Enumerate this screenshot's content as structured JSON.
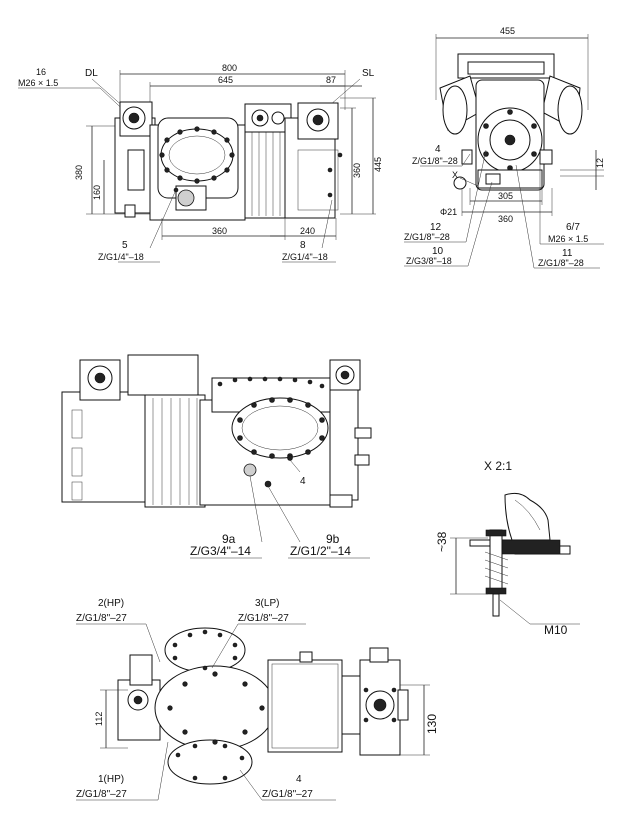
{
  "side_view": {
    "dims": {
      "d800": "800",
      "d645": "645",
      "d87": "87",
      "d16": "16",
      "m26": "M26 × 1.5",
      "d380": "380",
      "d160": "160",
      "d360h": "360",
      "d445": "445",
      "d360b": "360",
      "d240": "240"
    },
    "labels": {
      "dl": "DL",
      "sl": "SL",
      "p5": "5",
      "p5code": "Z/G1/4\"–18",
      "p8": "8",
      "p8code": "Z/G1/4\"–18"
    }
  },
  "end_view": {
    "dims": {
      "d455": "455",
      "d305": "305",
      "d360": "360",
      "d12": "12",
      "phi21": "Φ21",
      "x": "X"
    },
    "labels": {
      "p4": "4",
      "p4code": "Z/G1/8\"–28",
      "p12": "12",
      "p12code": "Z/G1/8\"–28",
      "p10": "10",
      "p10code": "Z/G3/8\"–18",
      "p67": "6/7",
      "p67code": "M26 × 1.5",
      "p11": "11",
      "p11code": "Z/G1/8\"–28"
    }
  },
  "front_view": {
    "labels": {
      "p4": "4",
      "p9a": "9a",
      "p9acode": "Z/G3/4\"–14",
      "p9b": "9b",
      "p9bcode": "Z/G1/2\"–14"
    }
  },
  "detail": {
    "title": "X 2:1",
    "dim38": "~38",
    "m10": "M10"
  },
  "top_view": {
    "labels": {
      "p2": "2(HP)",
      "p2code": "Z/G1/8\"–27",
      "p3": "3(LP)",
      "p3code": "Z/G1/8\"–27",
      "p1": "1(HP)",
      "p1code": "Z/G1/8\"–27",
      "p4": "4",
      "p4code": "Z/G1/8\"–27"
    },
    "dims": {
      "d112": "112",
      "d130": "130"
    }
  }
}
